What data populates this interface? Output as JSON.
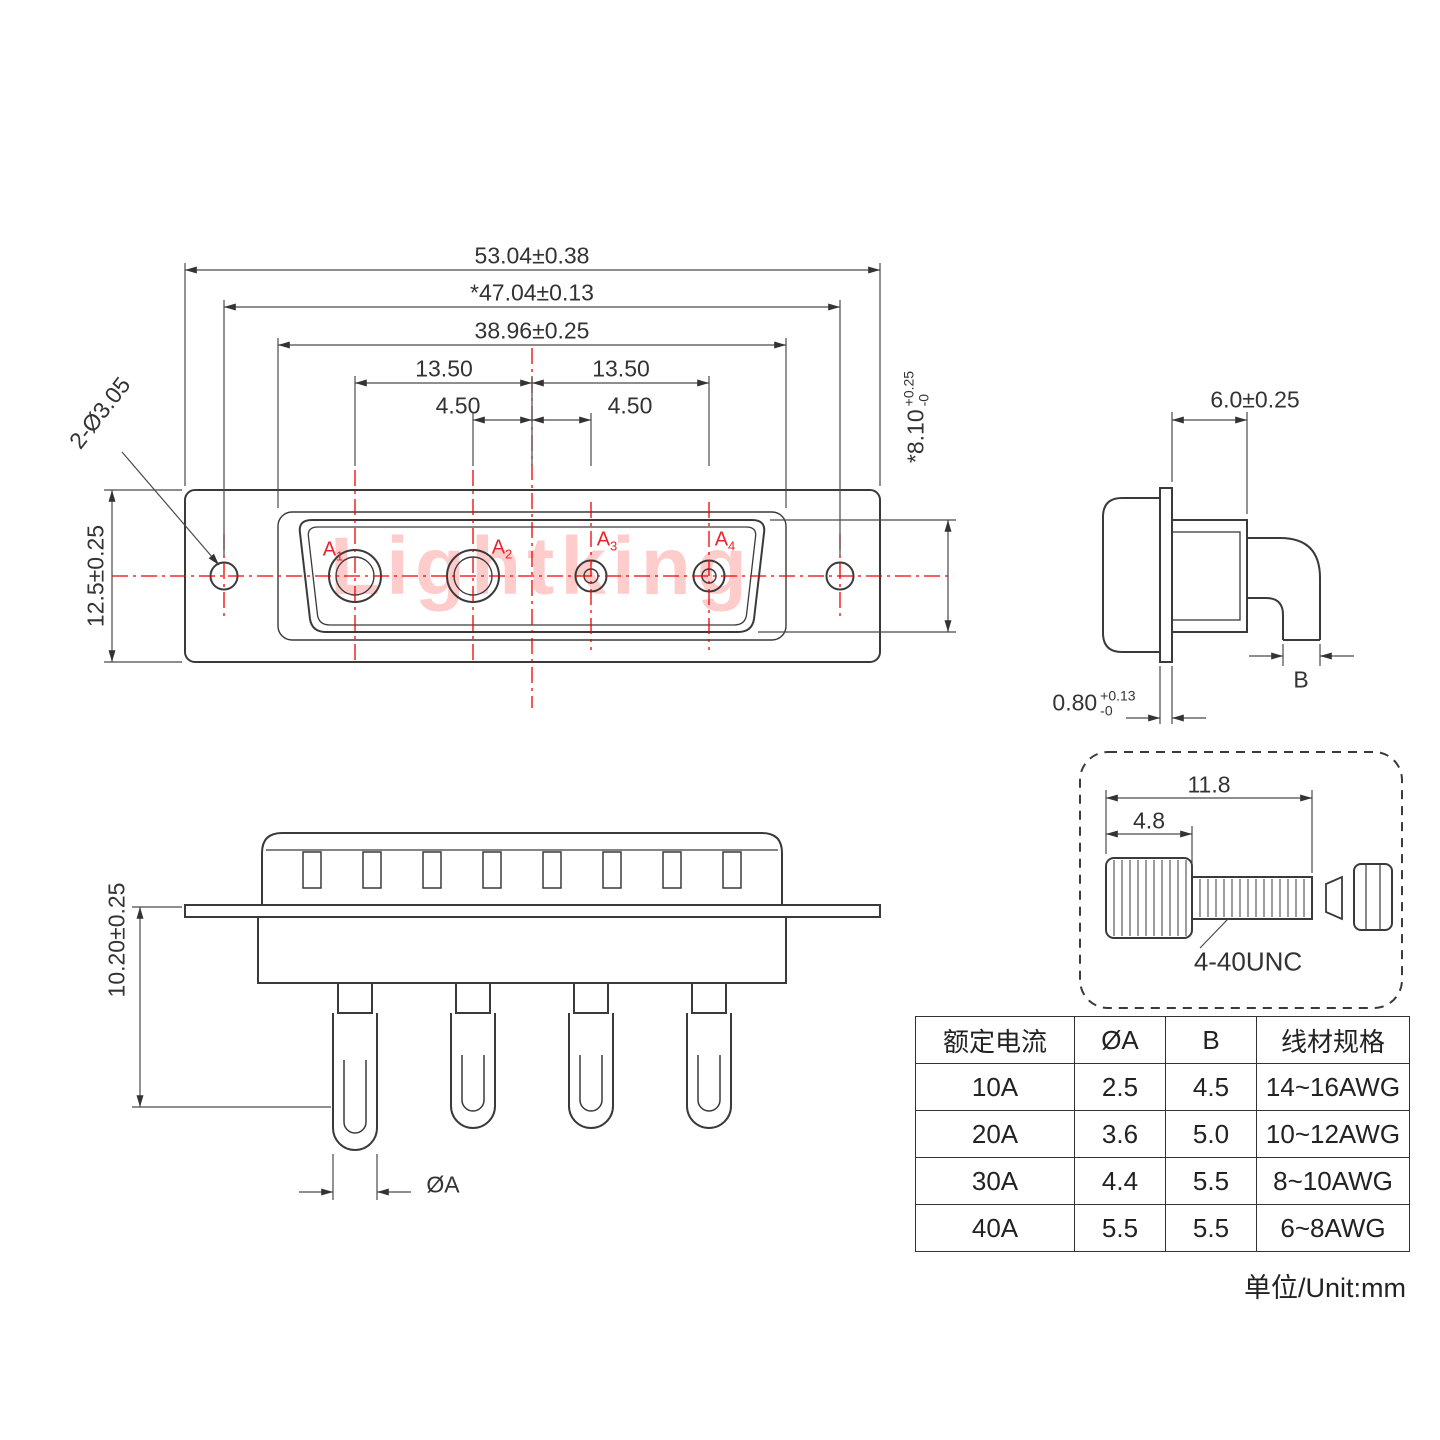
{
  "meta": {
    "watermark": "Lightking",
    "units_label": "单位/Unit:mm"
  },
  "front_view": {
    "dim_overall_width": "53.04±0.38",
    "dim_mounting_width": "*47.04±0.13",
    "dim_flange_width": "38.96±0.25",
    "dim_pitch_a1_center": "13.50",
    "dim_pitch_center_a4": "13.50",
    "dim_pitch_a2_center": "4.50",
    "dim_pitch_center_a3": "4.50",
    "dim_shell_height_value": "*8.10",
    "dim_shell_height_tol_plus": "+0.25",
    "dim_shell_height_tol_minus": "-0",
    "dim_body_height": "12.5±0.25",
    "dim_mount_holes": "2-Ø3.05",
    "pins": [
      {
        "base": "A",
        "sub": "1"
      },
      {
        "base": "A",
        "sub": "2"
      },
      {
        "base": "A",
        "sub": "3"
      },
      {
        "base": "A",
        "sub": "4"
      }
    ]
  },
  "side_view": {
    "dim_mating_depth": "6.0±0.25",
    "dim_flange_thickness_value": "0.80",
    "dim_flange_thickness_tol_plus": "+0.13",
    "dim_flange_thickness_tol_minus": "-0",
    "dim_barrel_label": "B"
  },
  "plug_view": {
    "dim_body_height": "10.20±0.25",
    "dim_pin_diameter_label": "ØA"
  },
  "screw_detail": {
    "dim_total_length": "11.8",
    "dim_head_length": "4.8",
    "thread_label": "4-40UNC"
  },
  "table": {
    "headers": [
      "额定电流",
      "ØA",
      "B",
      "线材规格"
    ],
    "rows": [
      [
        "10A",
        "2.5",
        "4.5",
        "14~16AWG"
      ],
      [
        "20A",
        "3.6",
        "5.0",
        "10~12AWG"
      ],
      [
        "30A",
        "4.4",
        "5.5",
        "8~10AWG"
      ],
      [
        "40A",
        "5.5",
        "5.5",
        "6~8AWG"
      ]
    ]
  }
}
